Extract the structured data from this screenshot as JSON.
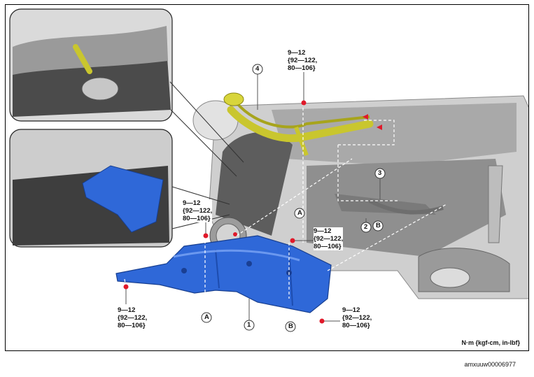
{
  "callouts": {
    "part_1": "1",
    "part_2": "2",
    "part_3": "3",
    "part_4": "4",
    "ref_a": "A",
    "ref_b": "B"
  },
  "torque_specs": {
    "top": "9—12\n{92—122,\n80—106}",
    "left_mid": "9—12\n{92—122,\n80—106}",
    "center": "9—12\n{92—122,\n80—106}",
    "bottom_left": "9—12\n{92—122,\n80—106}",
    "bottom_right": "9—12\n{92—122,\n80—106}"
  },
  "units_label": "N·m {kgf-cm, in-lbf}",
  "figure_id": "amxuuw00006977",
  "colors": {
    "filler_pipe": "#c9c62e",
    "under_cover": "#2f68d8",
    "bolt_marker": "#e0192a",
    "body_gray": "#b9b9b9"
  }
}
